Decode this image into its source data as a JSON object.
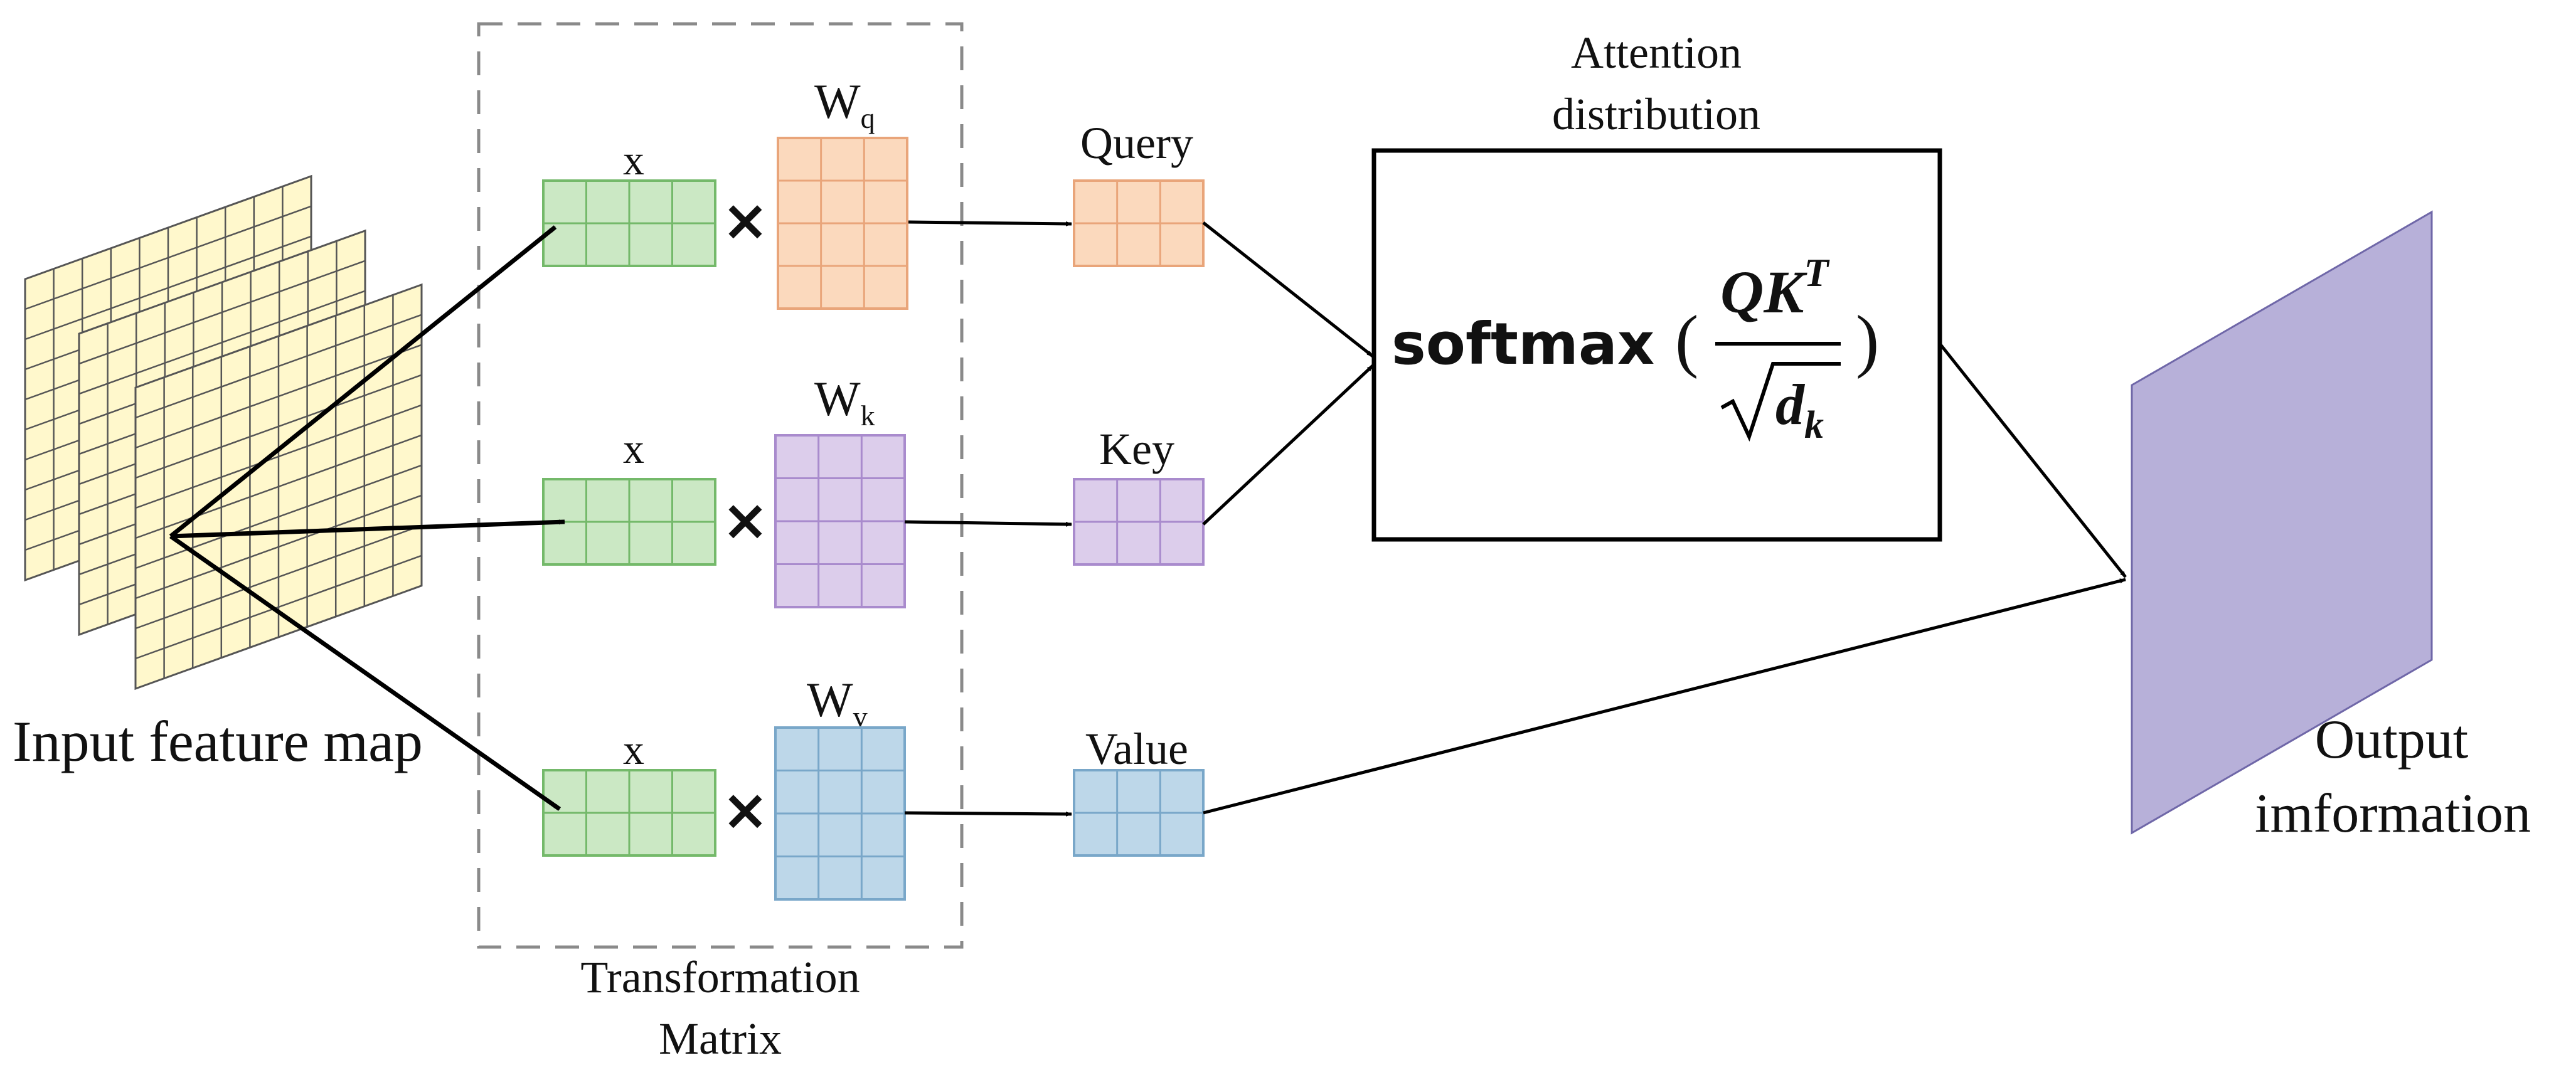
{
  "input": {
    "label": "Input feature map"
  },
  "transform": {
    "title_line1": "Transformation",
    "title_line2": "Matrix",
    "rows": [
      {
        "x_label": "x",
        "times": "×",
        "w_label": "W",
        "w_sub": "q",
        "out_label": "Query",
        "fill": "#fbd9bd",
        "stroke": "#e9a57a"
      },
      {
        "x_label": "x",
        "times": "×",
        "w_label": "W",
        "w_sub": "k",
        "out_label": "Key",
        "fill": "#dccdeb",
        "stroke": "#a98bcd"
      },
      {
        "x_label": "x",
        "times": "×",
        "w_label": "W",
        "w_sub": "v",
        "out_label": "Value",
        "fill": "#bdd7e9",
        "stroke": "#79a7c9"
      }
    ],
    "x_fill": "#cbe8c4",
    "x_stroke": "#74b96a"
  },
  "attention": {
    "title_line1": "Attention",
    "title_line2": "distribution",
    "fn": "softmax",
    "open_paren": "(",
    "close_paren": ")",
    "numer": "QK",
    "numer_sup": "T",
    "denom": "d",
    "denom_sub": "k"
  },
  "output": {
    "label_line1": "Output",
    "label_line2": "imformation",
    "fill": "#b7b0d9"
  },
  "colors": {
    "feature_fill": "#fff8cc",
    "feature_stroke": "#555555"
  }
}
